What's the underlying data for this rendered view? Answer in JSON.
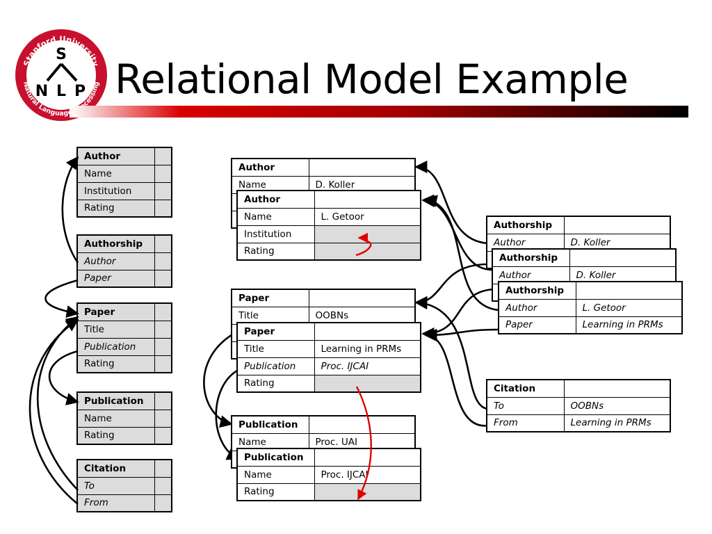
{
  "slide": {
    "title": "Relational Model Example"
  },
  "logo": {
    "top_text": "Stanford University",
    "bottom_text": "Natural Language Processing",
    "s": "S",
    "n": "N",
    "l": "L",
    "p": "P"
  },
  "schema": {
    "author": {
      "header": "Author",
      "rows": [
        "Name",
        "Institution",
        "Rating"
      ]
    },
    "authorship": {
      "header": "Authorship",
      "rows": [
        "Author",
        "Paper"
      ]
    },
    "paper": {
      "header": "Paper",
      "rows": [
        "Title",
        "Publication",
        "Rating"
      ]
    },
    "publication": {
      "header": "Publication",
      "rows": [
        "Name",
        "Rating"
      ]
    },
    "citation": {
      "header": "Citation",
      "rows": [
        "To",
        "From"
      ]
    }
  },
  "instances": {
    "author1": {
      "header": "Author",
      "rows": [
        {
          "k": "Name",
          "v": "D. Koller"
        }
      ]
    },
    "author2": {
      "header": "Author",
      "rows": [
        {
          "k": "Name",
          "v": "L. Getoor"
        },
        {
          "k": "Institution",
          "v": ""
        },
        {
          "k": "Rating",
          "v": ""
        }
      ]
    },
    "paper1": {
      "header": "Paper",
      "rows": [
        {
          "k": "Title",
          "v": "OOBNs"
        }
      ]
    },
    "paper2": {
      "header": "Paper",
      "rows": [
        {
          "k": "Title",
          "v": "Learning in PRMs"
        },
        {
          "k": "Publication",
          "v": "Proc. IJCAI"
        },
        {
          "k": "Rating",
          "v": ""
        }
      ]
    },
    "pub1": {
      "header": "Publication",
      "rows": [
        {
          "k": "Name",
          "v": "Proc. UAI"
        }
      ]
    },
    "pub2": {
      "header": "Publication",
      "rows": [
        {
          "k": "Name",
          "v": "Proc. IJCAI"
        },
        {
          "k": "Rating",
          "v": ""
        }
      ]
    },
    "authorship1": {
      "header": "Authorship",
      "rows": [
        {
          "k": "Author",
          "v": "D. Koller"
        }
      ]
    },
    "authorship2": {
      "header": "Authorship",
      "rows": [
        {
          "k": "Author",
          "v": "D. Koller"
        }
      ]
    },
    "authorship3": {
      "header": "Authorship",
      "rows": [
        {
          "k": "Author",
          "v": "L. Getoor"
        },
        {
          "k": "Paper",
          "v": "Learning in PRMs"
        }
      ]
    },
    "citation": {
      "header": "Citation",
      "rows": [
        {
          "k": "To",
          "v": "OOBNs"
        },
        {
          "k": "From",
          "v": "Learning in PRMs"
        }
      ]
    }
  },
  "colors": {
    "link": "#000000",
    "dependency": "#e00000",
    "shaded": "#dcdcdc",
    "logo_red": "#c8102e"
  }
}
